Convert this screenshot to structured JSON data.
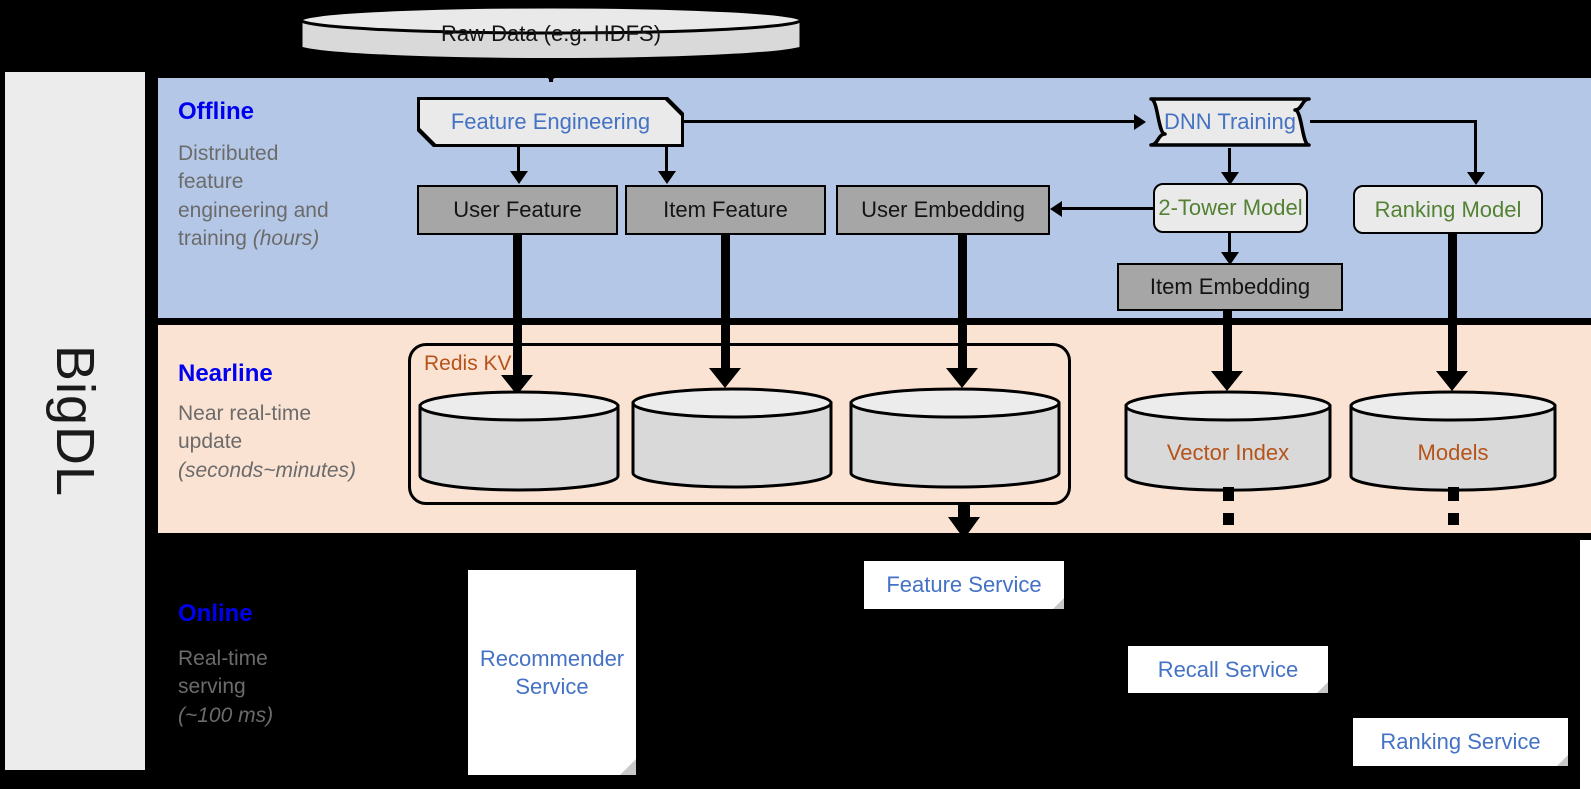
{
  "sidebar": {
    "label": "BigDL"
  },
  "bands": [
    {
      "key": "offline",
      "title": "Offline",
      "desc": "Distributed feature engineering and training (hours)"
    },
    {
      "key": "nearline",
      "title": "Nearline",
      "desc": "Near real-time update (seconds~minutes)"
    },
    {
      "key": "online",
      "title": "Online",
      "desc": "Real-time serving (~100 ms)"
    }
  ],
  "offline_desc_lines": [
    "Distributed",
    "feature",
    "engineering and",
    "training "
  ],
  "offline_desc_italic": "(hours)",
  "nearline_desc_lines": [
    "Near real-time",
    "update"
  ],
  "nearline_desc_italic": "(seconds~minutes)",
  "online_desc_lines": [
    "Real-time",
    "serving"
  ],
  "online_desc_italic": "(~100 ms)",
  "source": {
    "label": "Raw Data (e.g. HDFS)"
  },
  "offline": {
    "feature_engineering": "Feature Engineering",
    "dnn_training": "DNN Training",
    "user_feature": "User Feature",
    "item_feature": "Item Feature",
    "user_embedding": "User Embedding",
    "two_tower_model": "2-Tower Model",
    "ranking_model": "Ranking Model",
    "item_embedding": "Item Embedding"
  },
  "nearline": {
    "redis_kv": "Redis KV",
    "store_user_feature": "",
    "store_item_feature": "",
    "store_user_embedding": "",
    "vector_index": "Vector Index",
    "models": "Models"
  },
  "online": {
    "recommender_service": "Recommender\nService",
    "recommender_service_l1": "Recommender",
    "recommender_service_l2": "Service",
    "feature_service": "Feature Service",
    "recall_service": "Recall Service",
    "ranking_service": "Ranking Service"
  },
  "colors": {
    "offline_band": "#b4c7e7",
    "nearline_band": "#fbe3d3",
    "online_band": "#000000",
    "sidebar": "#ececec",
    "band_title": "#0000f0",
    "band_desc": "#6b6b6b",
    "blue_text": "#4472c4",
    "green_text": "#548235",
    "orange_text": "#b5531a",
    "gray_box": "#a6a6a6",
    "proc_box": "#eaeaea",
    "cylinder": "#d9d9d9"
  }
}
